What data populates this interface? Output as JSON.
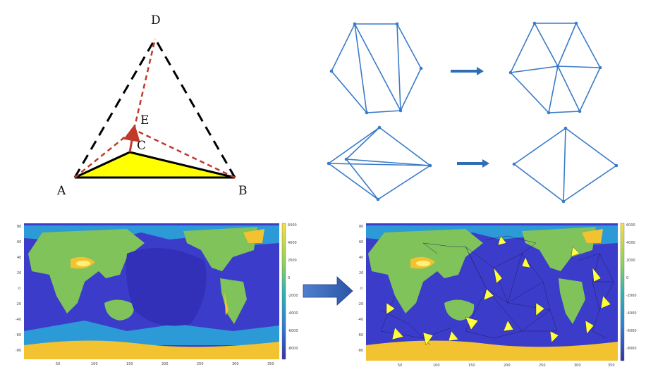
{
  "tetrahedron": {
    "labels": {
      "a": "A",
      "b": "B",
      "c": "C",
      "d": "D",
      "e": "E"
    },
    "colors": {
      "fill": "#ffff00",
      "solid": "#000000",
      "dashed": "#000000",
      "red": "#c0392b"
    }
  },
  "triangulation_panels": {
    "color": "#3a7bc8",
    "arrow_color": "#2f6db5",
    "steps": 2
  },
  "maps": {
    "left_colorbar_ticks": [
      "6000",
      "4000",
      "2000",
      "0",
      "-2000",
      "-4000",
      "-6000",
      "-8000"
    ],
    "right_colorbar_ticks": [
      "6000",
      "4000",
      "2000",
      "0",
      "-2000",
      "-4000",
      "-6000",
      "-8000"
    ],
    "x_ticks": [
      "50",
      "100",
      "150",
      "200",
      "250",
      "300",
      "350"
    ],
    "y_ticks": [
      "80",
      "60",
      "40",
      "20",
      "0",
      "-20",
      "-40",
      "-60",
      "-80"
    ],
    "colors": {
      "land": "#7fc35a",
      "ocean_deep": "#3b3cc9",
      "ocean_shallow": "#2ba4d8",
      "high": "#f2c230",
      "peak": "#fff07a",
      "mesh_highlight": "#ffff3a"
    },
    "arrow_color": "#3a64b0"
  }
}
